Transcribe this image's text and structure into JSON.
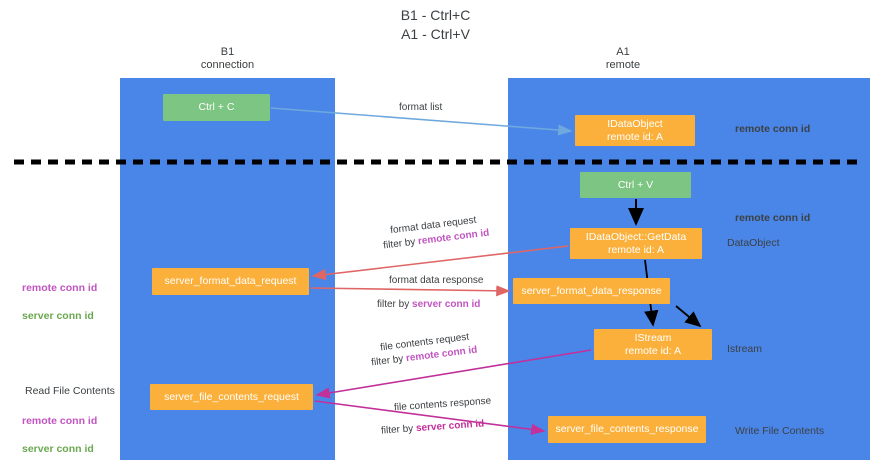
{
  "title": "B1 - Ctrl+C\nA1 - Ctrl+V",
  "lanes": [
    {
      "name": "b1",
      "label": "B1\nconnection",
      "color": "#4a86e8"
    },
    {
      "name": "a1",
      "label": "A1\nremote",
      "color": "#4a86e8"
    }
  ],
  "nodes": {
    "ctrl_c": "Ctrl + C",
    "idataobject": "IDataObject\nremote id: A",
    "ctrl_v": "Ctrl + V",
    "getdata": "IDataObject::GetData\nremote id: A",
    "server_format_data_request": "server_format_data_request",
    "server_format_data_response": "server_format_data_response",
    "istream": "IStream\nremote id: A",
    "server_file_contents_request": "server_file_contents_request",
    "server_file_contents_response": "server_file_contents_response"
  },
  "annotations": {
    "format_list": "format list",
    "format_data_request": "format data request",
    "format_data_request_filter_prefix": "filter by ",
    "format_data_request_filter_value": "remote conn id",
    "format_data_response": "format data response",
    "format_data_response_filter_prefix": "filter by ",
    "format_data_response_filter_value": "server conn id",
    "file_contents_request": "file contents request",
    "file_contents_request_filter_prefix": "filter by ",
    "file_contents_request_filter_value": "remote conn id",
    "file_contents_response": "file contents response",
    "file_contents_response_filter_prefix": "filter by ",
    "file_contents_response_filter_value": "server conn id"
  },
  "side_labels": {
    "remote_conn_id_top": "remote conn id",
    "remote_conn_id_mid": "remote conn id",
    "dataobject": "DataObject",
    "istream": "Istream",
    "write_file_contents": "Write File Contents"
  },
  "left_labels": {
    "remote_conn_id_1": "remote conn id",
    "server_conn_id_1": "server conn id",
    "read_file_contents": "Read File Contents",
    "remote_conn_id_2": "remote conn id",
    "server_conn_id_2": "server conn id"
  },
  "colors": {
    "lane": "#4a86e8",
    "green_node": "#7dc582",
    "orange_node": "#fbb03b",
    "purple_text": "#c154c1",
    "green_text": "#6aa84f",
    "magenta_text": "#c2309a",
    "blue_arrow": "#6fa8dc",
    "red_arrow": "#e06666",
    "magenta_arrow": "#c2309a",
    "black_arrow": "#000000",
    "divider": "#000000"
  }
}
